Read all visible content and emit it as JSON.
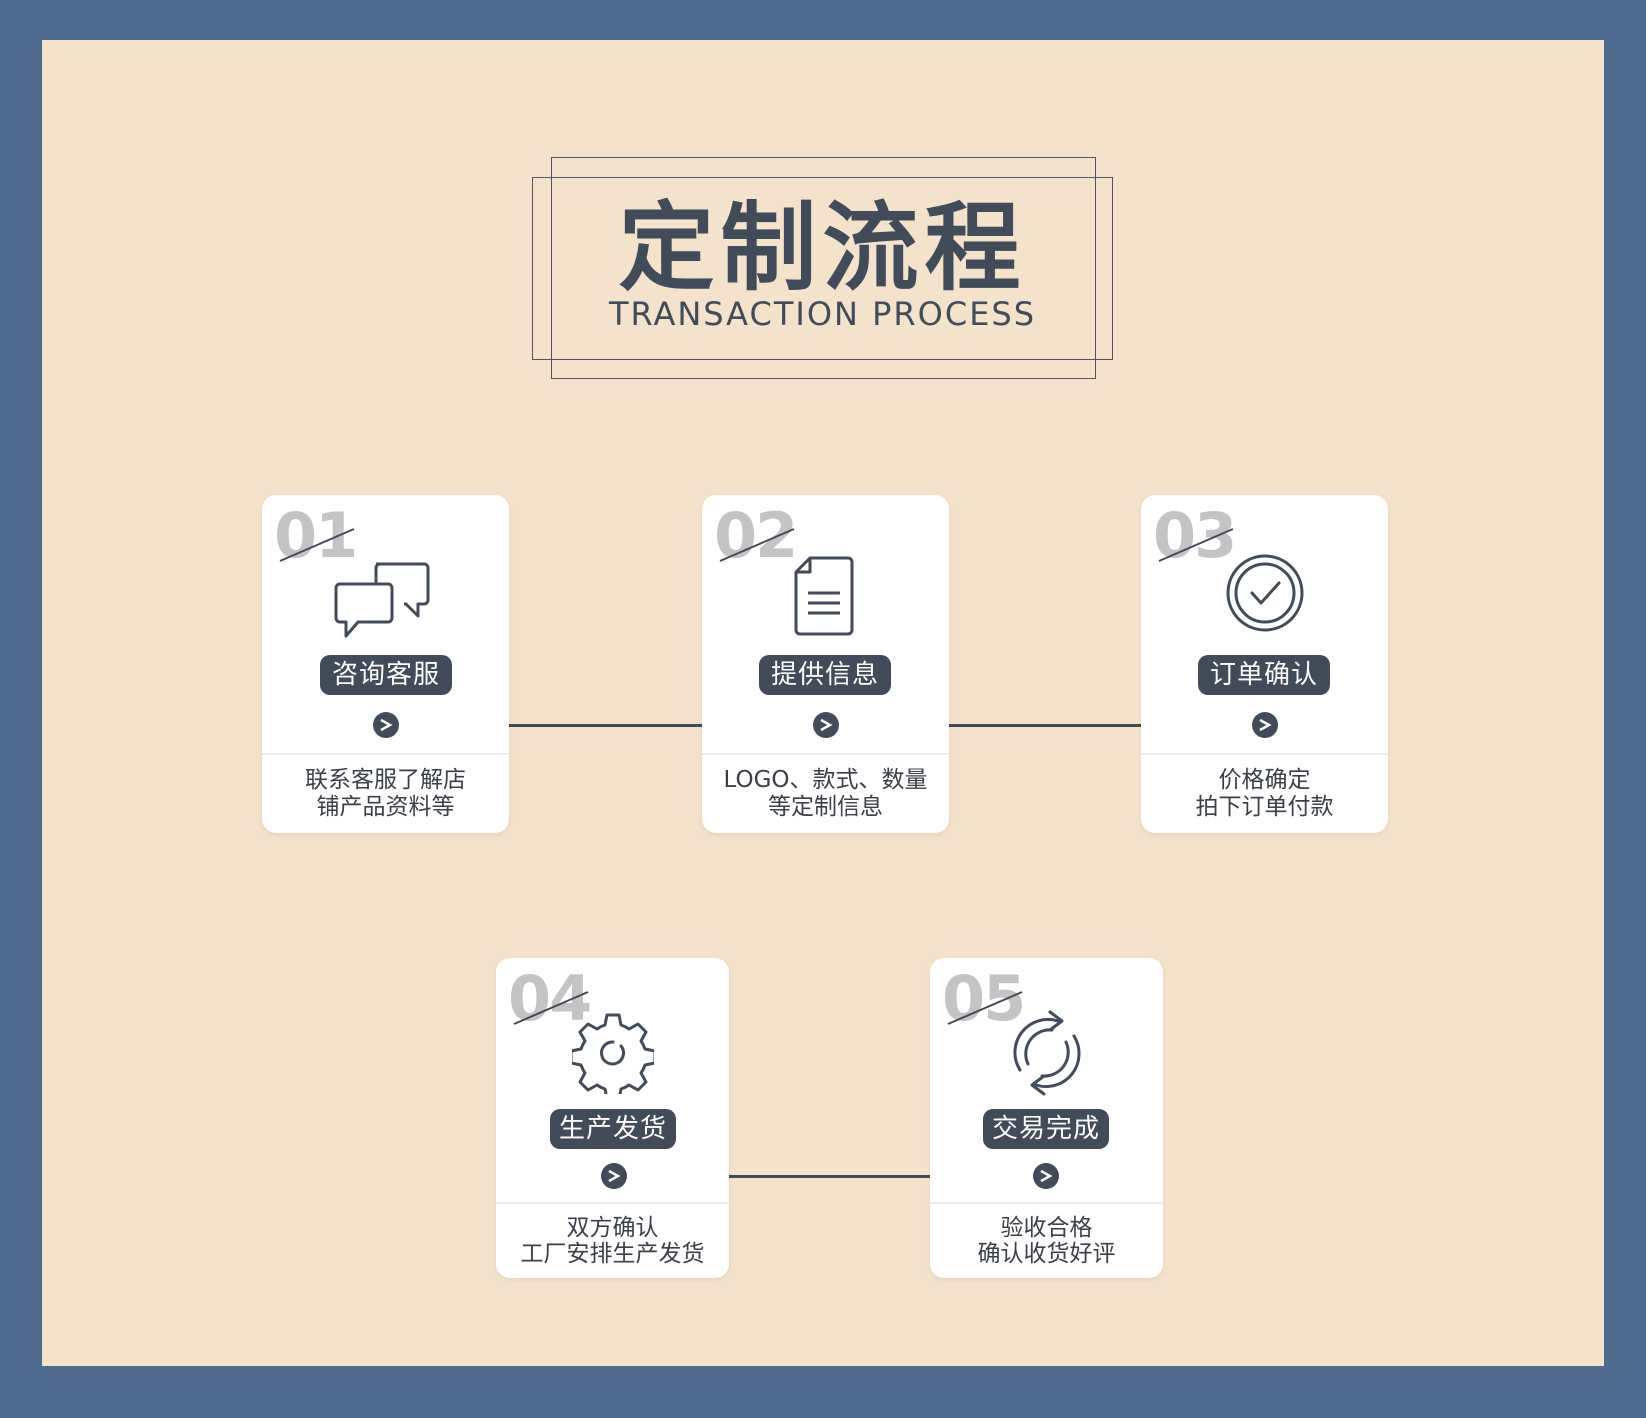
{
  "title": {
    "main": "定制流程",
    "sub": "TRANSACTION PROCESS"
  },
  "steps": [
    {
      "num": "01",
      "label": "咨询客服",
      "desc_line1": "联系客服了解店",
      "desc_line2": "铺产品资料等",
      "icon": "chat-bubbles-icon"
    },
    {
      "num": "02",
      "label": "提供信息",
      "desc_line1": "LOGO、款式、数量",
      "desc_line2": "等定制信息",
      "icon": "document-icon"
    },
    {
      "num": "03",
      "label": "订单确认",
      "desc_line1": "价格确定",
      "desc_line2": "拍下订单付款",
      "icon": "check-circle-icon"
    },
    {
      "num": "04",
      "label": "生产发货",
      "desc_line1": "双方确认",
      "desc_line2": "工厂安排生产发货",
      "icon": "gear-icon"
    },
    {
      "num": "05",
      "label": "交易完成",
      "desc_line1": "验收合格",
      "desc_line2": "确认收货好评",
      "icon": "refresh-icon"
    }
  ],
  "colors": {
    "frame": "#4c6b8e",
    "background": "#f4e2cb",
    "accent": "#414b5a",
    "number": "#c4c4c4"
  }
}
